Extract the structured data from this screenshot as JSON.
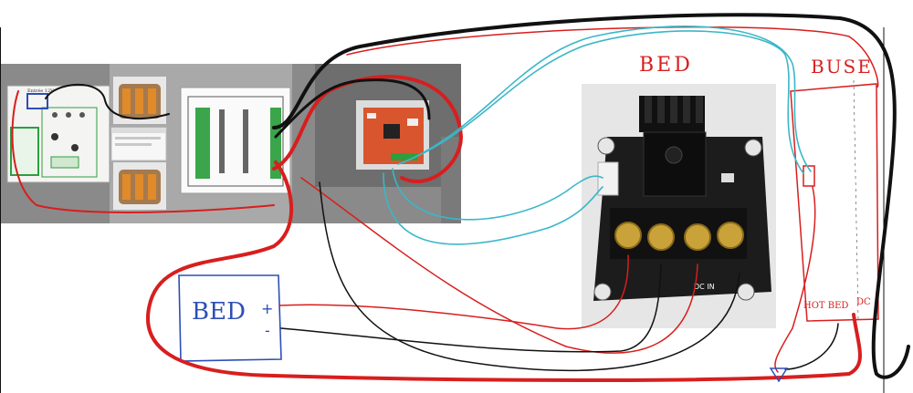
{
  "labels": {
    "bed_top": "BED",
    "buse": "BUSE",
    "bed_box": "BED",
    "bed_box_plus": "+",
    "bed_box_minus": "-",
    "hot_bed": "HOT BED",
    "dc": "DC",
    "dc_in": "DC IN",
    "psu_label": "Entrée 12V"
  },
  "colors": {
    "red_wire": "#d81e1e",
    "black_wire": "#111111",
    "cyan_wire": "#3ab7c8",
    "panel_gray": "#7d7d7d",
    "pcb_black": "#1c1c1c",
    "terminal_green": "#2e9e3e",
    "brass": "#c9a23a"
  }
}
